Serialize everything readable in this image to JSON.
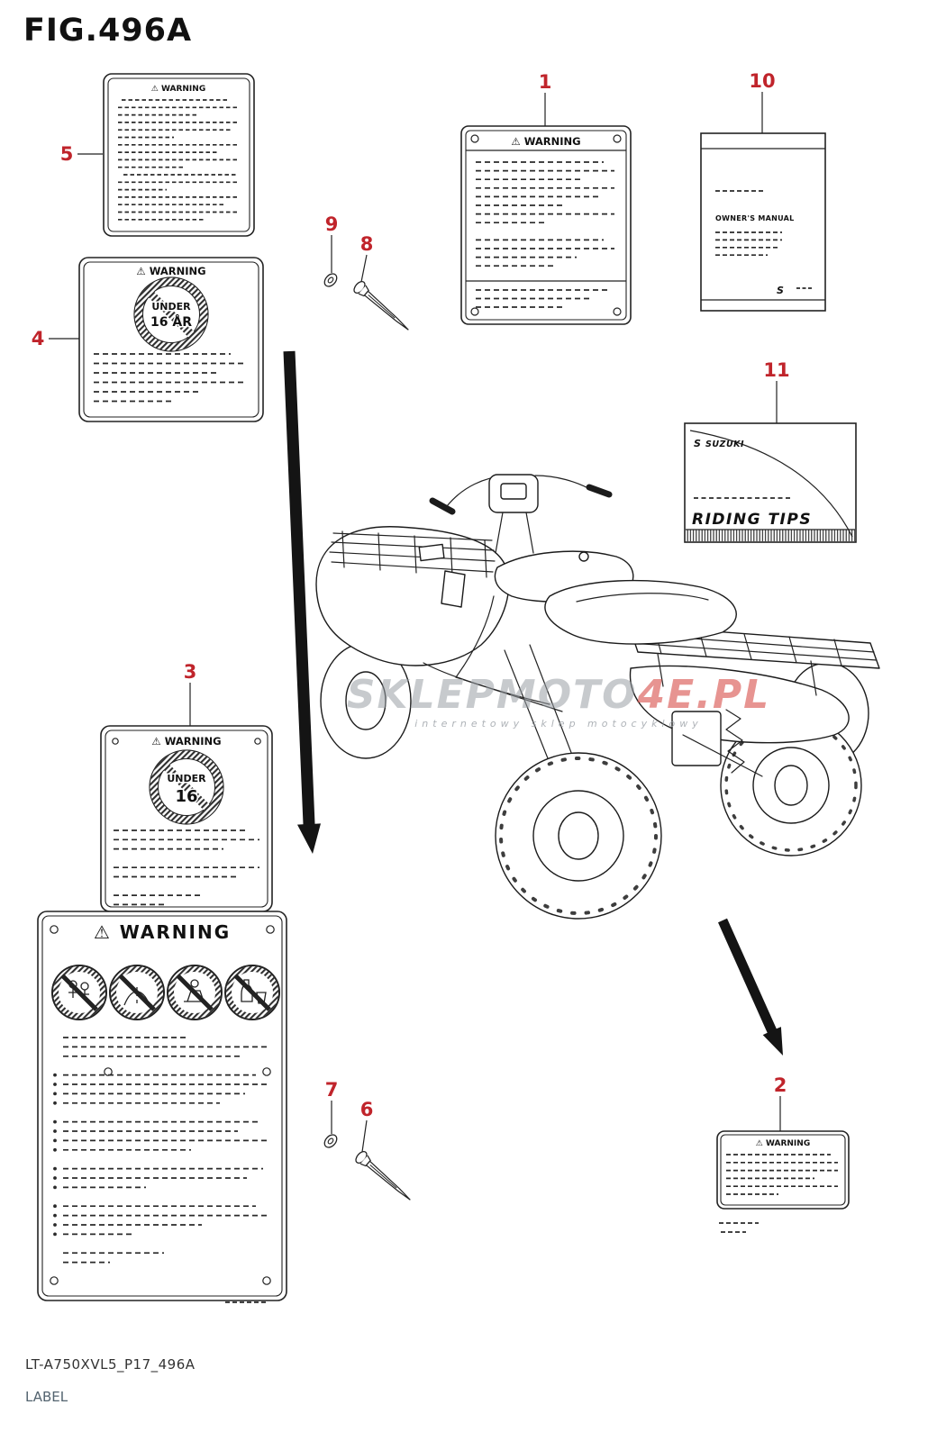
{
  "figure": {
    "title": "FIG.496A",
    "part_code": "LT-A750XVL5_P17_496A",
    "part_name": "LABEL"
  },
  "watermark": {
    "brand_gray": "SKLEPMOTO",
    "brand_red": "4E.PL",
    "subtitle": "internetowy sklep motocyklowy"
  },
  "callouts": [
    {
      "num": "1"
    },
    {
      "num": "2"
    },
    {
      "num": "3"
    },
    {
      "num": "4"
    },
    {
      "num": "5"
    },
    {
      "num": "6"
    },
    {
      "num": "7"
    },
    {
      "num": "8"
    },
    {
      "num": "9"
    },
    {
      "num": "10"
    },
    {
      "num": "11"
    }
  ],
  "labels": {
    "warning_header": "⚠ WARNING",
    "under16_top": "UNDER",
    "under16_age_ar": "16 ÅR",
    "under16_age": "16",
    "owners_manual": "OWNER'S MANUAL",
    "riding_tips": "RIDING TIPS",
    "suzuki_brand": "SUZUKI",
    "suzuki_logo_glyph": "S"
  },
  "colors": {
    "callout_red": "#c0242b",
    "line_black": "#1b1b1b",
    "watermark_gray": "#9aa0a6",
    "watermark_red": "#d9534f"
  }
}
